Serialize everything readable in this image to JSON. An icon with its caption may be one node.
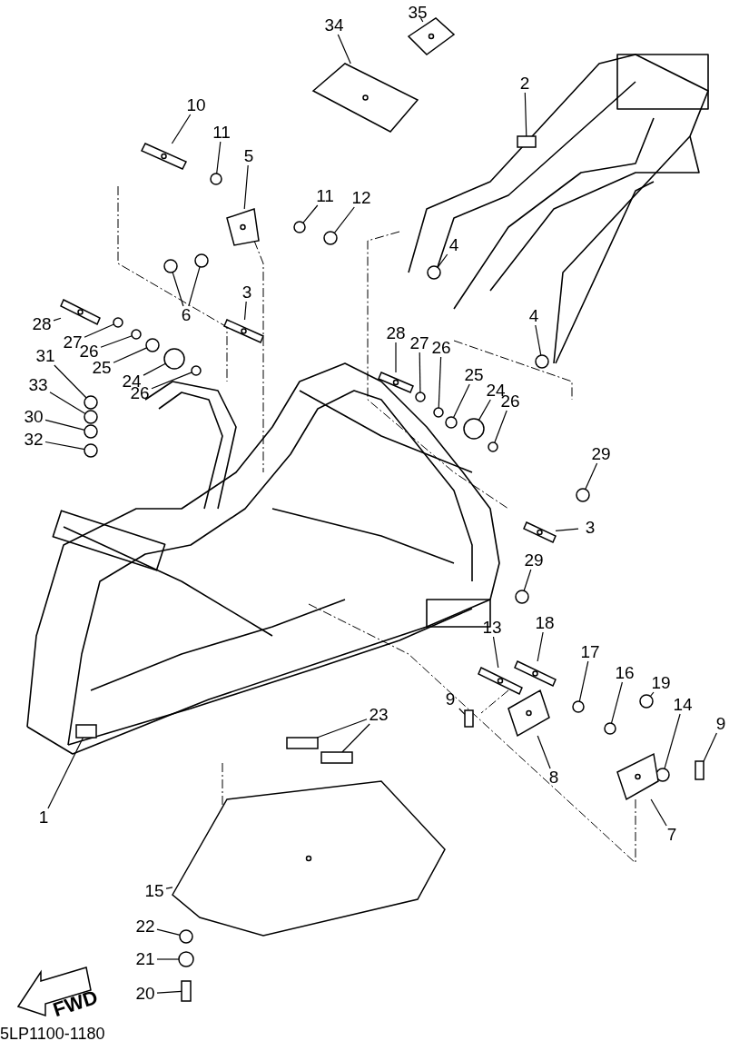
{
  "diagram": {
    "nodes": [
      {
        "text": [
          "35"
        ]
      },
      {
        "text": [
          "34"
        ]
      },
      {
        "text": [
          "2"
        ]
      },
      {
        "text": [
          "10"
        ]
      },
      {
        "text": [
          "11"
        ]
      },
      {
        "text": [
          "5"
        ]
      },
      {
        "text": [
          "11"
        ]
      },
      {
        "text": [
          "12"
        ]
      },
      {
        "text": [
          "4"
        ]
      },
      {
        "text": [
          "6"
        ]
      },
      {
        "text": [
          "3"
        ]
      },
      {
        "text": [
          "28"
        ]
      },
      {
        "text": [
          "27"
        ]
      },
      {
        "text": [
          "26"
        ]
      },
      {
        "text": [
          "4"
        ]
      },
      {
        "text": [
          "28"
        ]
      },
      {
        "text": [
          "27"
        ]
      },
      {
        "text": [
          "26"
        ]
      },
      {
        "text": [
          "31"
        ]
      },
      {
        "text": [
          "25"
        ]
      },
      {
        "text": [
          "33"
        ]
      },
      {
        "text": [
          "24"
        ]
      },
      {
        "text": [
          "25"
        ]
      },
      {
        "text": [
          "24"
        ]
      },
      {
        "text": [
          "26"
        ]
      },
      {
        "text": [
          "26"
        ]
      },
      {
        "text": [
          "30"
        ]
      },
      {
        "text": [
          "32"
        ]
      },
      {
        "text": [
          "29"
        ]
      },
      {
        "text": [
          "3"
        ]
      },
      {
        "text": [
          "29"
        ]
      },
      {
        "text": [
          "13"
        ]
      },
      {
        "text": [
          "18"
        ]
      },
      {
        "text": [
          "17"
        ]
      },
      {
        "text": [
          "9"
        ]
      },
      {
        "text": [
          "16"
        ]
      },
      {
        "text": [
          "19"
        ]
      },
      {
        "text": [
          "14"
        ]
      },
      {
        "text": [
          "9"
        ]
      },
      {
        "text": [
          "23"
        ]
      },
      {
        "text": [
          "8"
        ]
      },
      {
        "text": [
          "7"
        ]
      },
      {
        "text": [
          "1"
        ]
      },
      {
        "text": [
          "15"
        ]
      },
      {
        "text": [
          "22"
        ]
      },
      {
        "text": [
          "21"
        ]
      },
      {
        "text": [
          "20"
        ]
      },
      {
        "text": [],
        "shape": "picture"
      },
      {
        "text": [],
        "shape": "picture"
      },
      {
        "text": [],
        "shape": "box"
      },
      {
        "text": [],
        "shape": "picture"
      },
      {
        "text": [],
        "shape": "circle"
      },
      {
        "text": [],
        "shape": "picture"
      },
      {
        "text": [],
        "shape": "circle"
      },
      {
        "text": [],
        "shape": "circle"
      },
      {
        "text": [],
        "shape": "circle"
      },
      {
        "text": [],
        "shape": "circle"
      },
      {
        "text": [],
        "shape": "circle"
      },
      {
        "text": [],
        "shape": "picture"
      },
      {
        "text": [],
        "shape": "picture"
      },
      {
        "text": [],
        "shape": "circle"
      },
      {
        "text": [],
        "shape": "circle"
      },
      {
        "text": [],
        "shape": "circle"
      },
      {
        "text": [],
        "shape": "picture"
      },
      {
        "text": [],
        "shape": "circle"
      },
      {
        "text": [],
        "shape": "circle"
      },
      {
        "text": [],
        "shape": "circle"
      },
      {
        "text": [],
        "shape": "circle"
      },
      {
        "text": [],
        "shape": "circle"
      },
      {
        "text": [],
        "shape": "circle"
      },
      {
        "text": [],
        "shape": "circle"
      },
      {
        "text": [],
        "shape": "circle"
      },
      {
        "text": [],
        "shape": "circle"
      },
      {
        "text": [],
        "shape": "circle"
      },
      {
        "text": [],
        "shape": "circle"
      },
      {
        "text": [],
        "shape": "circle"
      },
      {
        "text": [],
        "shape": "circle"
      },
      {
        "text": [],
        "shape": "picture"
      },
      {
        "text": [],
        "shape": "circle"
      },
      {
        "text": [],
        "shape": "picture"
      },
      {
        "text": [],
        "shape": "picture"
      },
      {
        "text": [],
        "shape": "circle"
      },
      {
        "text": [],
        "shape": "box"
      },
      {
        "text": [],
        "shape": "circle"
      },
      {
        "text": [],
        "shape": "circle"
      },
      {
        "text": [],
        "shape": "circle"
      },
      {
        "text": [],
        "shape": "box"
      },
      {
        "text": [],
        "shape": "box"
      },
      {
        "text": [],
        "shape": "box"
      },
      {
        "text": [],
        "shape": "picture"
      },
      {
        "text": [],
        "shape": "picture"
      },
      {
        "text": [],
        "shape": "box"
      },
      {
        "text": [],
        "shape": "picture"
      },
      {
        "text": [],
        "shape": "circle"
      },
      {
        "text": [],
        "shape": "circle"
      },
      {
        "text": [],
        "shape": "box"
      }
    ],
    "edges": [
      {
        "from": 0,
        "to": 47,
        "arrow": "none"
      },
      {
        "from": 1,
        "to": 48,
        "arrow": "none"
      },
      {
        "from": 2,
        "to": 49,
        "arrow": "none"
      },
      {
        "from": 3,
        "to": 50,
        "arrow": "none"
      },
      {
        "from": 4,
        "to": 51,
        "arrow": "none"
      },
      {
        "from": 5,
        "to": 52,
        "arrow": "none"
      },
      {
        "from": 6,
        "to": 53,
        "arrow": "none"
      },
      {
        "from": 7,
        "to": 54,
        "arrow": "none"
      },
      {
        "from": 8,
        "to": 55,
        "arrow": "none"
      },
      {
        "from": 9,
        "to": 56,
        "arrow": "none"
      },
      {
        "from": 9,
        "to": 57,
        "arrow": "none"
      },
      {
        "from": 10,
        "to": 58,
        "arrow": "none"
      },
      {
        "from": 11,
        "to": 59,
        "arrow": "none"
      },
      {
        "from": 12,
        "to": 60,
        "arrow": "none"
      },
      {
        "from": 13,
        "to": 61,
        "arrow": "none"
      },
      {
        "from": 14,
        "to": 62,
        "arrow": "none"
      },
      {
        "from": 15,
        "to": 63,
        "arrow": "none"
      },
      {
        "from": 16,
        "to": 64,
        "arrow": "none"
      },
      {
        "from": 17,
        "to": 65,
        "arrow": "none"
      },
      {
        "from": 18,
        "to": 66,
        "arrow": "none"
      },
      {
        "from": 19,
        "to": 67,
        "arrow": "none"
      },
      {
        "from": 20,
        "to": 68,
        "arrow": "none"
      },
      {
        "from": 21,
        "to": 69,
        "arrow": "none"
      },
      {
        "from": 22,
        "to": 70,
        "arrow": "none"
      },
      {
        "from": 23,
        "to": 71,
        "arrow": "none"
      },
      {
        "from": 24,
        "to": 72,
        "arrow": "none"
      },
      {
        "from": 25,
        "to": 73,
        "arrow": "none"
      },
      {
        "from": 26,
        "to": 74,
        "arrow": "none"
      },
      {
        "from": 27,
        "to": 75,
        "arrow": "none"
      },
      {
        "from": 28,
        "to": 76,
        "arrow": "none"
      },
      {
        "from": 29,
        "to": 77,
        "arrow": "none"
      },
      {
        "from": 30,
        "to": 78,
        "arrow": "none"
      },
      {
        "from": 31,
        "to": 79,
        "arrow": "none"
      },
      {
        "from": 32,
        "to": 80,
        "arrow": "none"
      },
      {
        "from": 33,
        "to": 81,
        "arrow": "none"
      },
      {
        "from": 34,
        "to": 82,
        "arrow": "none"
      },
      {
        "from": 35,
        "to": 83,
        "arrow": "none"
      },
      {
        "from": 36,
        "to": 84,
        "arrow": "none"
      },
      {
        "from": 37,
        "to": 85,
        "arrow": "none"
      },
      {
        "from": 38,
        "to": 86,
        "arrow": "none"
      },
      {
        "from": 39,
        "to": 87,
        "arrow": "none"
      },
      {
        "from": 39,
        "to": 88,
        "arrow": "none"
      },
      {
        "from": 40,
        "to": 89,
        "arrow": "none"
      },
      {
        "from": 41,
        "to": 90,
        "arrow": "none"
      },
      {
        "from": 42,
        "to": 91,
        "arrow": "none"
      },
      {
        "from": 43,
        "to": 92,
        "arrow": "none"
      },
      {
        "from": 44,
        "to": 93,
        "arrow": "none"
      },
      {
        "from": 45,
        "to": 94,
        "arrow": "none"
      },
      {
        "from": 46,
        "to": 95,
        "arrow": "none"
      }
    ],
    "labels": [
      "FWD",
      "5LP1100-1180"
    ]
  }
}
